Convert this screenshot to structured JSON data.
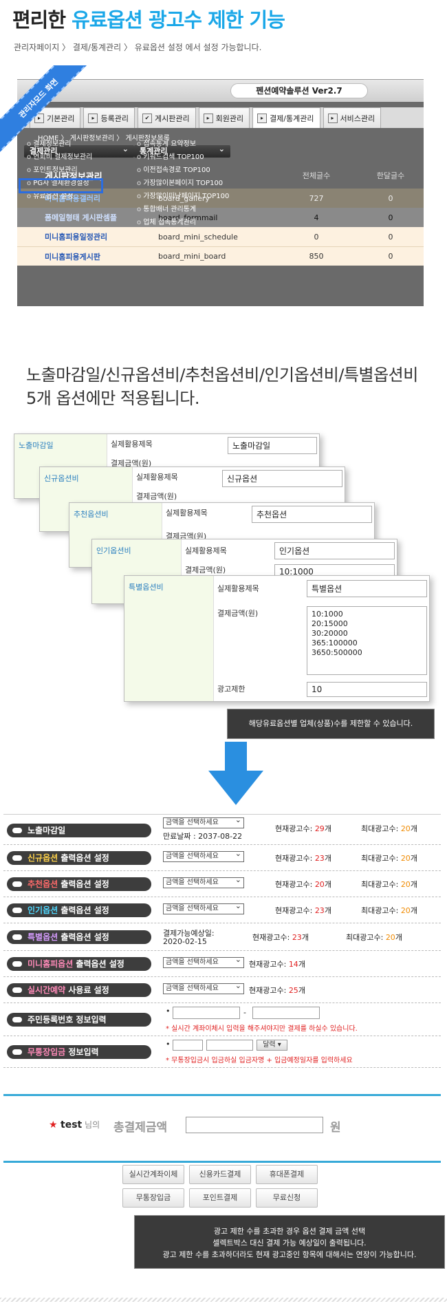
{
  "header": {
    "title_prefix": "편리한 ",
    "title_highlight": "유료옵션 광고수 제한 기능",
    "subtitle": "관리자페이지 〉 결제/통계관리 〉 유료옵션 설정 에서 설정 가능합니다."
  },
  "admin": {
    "ribbon": "관리자모드 화면",
    "logo": "펜션예약솔루션 Ver2.7",
    "tabs": [
      {
        "label": "기본관리"
      },
      {
        "label": "등록관리"
      },
      {
        "label": "게시판관리"
      },
      {
        "label": "회원관리"
      },
      {
        "label": "결제/통계관리"
      },
      {
        "label": "서비스관리"
      }
    ],
    "breadcrumb": "HOME 〉 게시판정보관리 〉 게시판정보목록",
    "dd1": "결제관리",
    "dd2": "통계관리",
    "menu1": [
      "결제정보관리",
      "연회비 결제정보관리",
      "포인트정보관리",
      "PG사 결제환경설정",
      "유료옵션 설정"
    ],
    "menu2": [
      "접속통계 요약정보",
      "키워드검색 TOP100",
      "이전접속경로 TOP100",
      "가장많이본페이지 TOP100",
      "가장많이떠난페이지 TOP100",
      "통합배너 관리통계",
      "업체 접속통계관리"
    ],
    "page_title": "게시판정보관리",
    "col_headers": [
      "전체글수",
      "한달글수"
    ],
    "rows": [
      {
        "name": "미니홈피용갤러리",
        "table": "board_gallery",
        "total": "727",
        "month": "0"
      },
      {
        "name": "폼메일형태 게시판셈플",
        "table": "board_formmail",
        "total": "4",
        "month": "0"
      },
      {
        "name": "미니홈피용일정관리",
        "table": "board_mini_schedule",
        "total": "0",
        "month": "0"
      },
      {
        "name": "미니홈피용게시판",
        "table": "board_mini_board",
        "total": "850",
        "month": "0"
      }
    ]
  },
  "section2": {
    "line1": "노출마감일/신규옵션비/추천옵션비/인기옵션비/특별옵션비",
    "line2": "5개 옵션에만 적용됩니다."
  },
  "panels": [
    {
      "name": "노출마감일",
      "label": "실제활용제목",
      "value": "노출마감일"
    },
    {
      "name": "신규옵션비",
      "label": "실제활용제목",
      "value": "신규옵션"
    },
    {
      "name": "추천옵션비",
      "label": "실제활용제목",
      "value": "추천옵션"
    },
    {
      "name": "인기옵션비",
      "label": "실제활용제목",
      "value": "인기옵션",
      "price_label": "결제금액(원)",
      "price_value": "10:1000"
    },
    {
      "name": "특별옵션비",
      "label": "실제활용제목",
      "value": "특별옵션",
      "price_label": "결제금액(원)",
      "price_text": "10:1000\n20:15000\n30:20000\n365:100000\n3650:500000",
      "limit_label": "광고제한",
      "limit_value": "10"
    }
  ],
  "panel_partial_label": "결제금액(원)",
  "panel_note": "해당유료옵션별 업체(상품)수를 제한할 수 있습니다.",
  "options": {
    "select_placeholder": "금액을 선택하세요",
    "cur_label": "현재광고수: ",
    "max_label": "최대광고수: ",
    "unit": "개",
    "rows": [
      {
        "title_a": "",
        "title_b": "노출마감일",
        "expire": "만료날짜 : 2037-08-22",
        "cur": "29",
        "max": "20"
      },
      {
        "title_a": "신규옵션",
        "title_b": " 출력옵션 설정",
        "cur": "23",
        "max": "20"
      },
      {
        "title_a": "추천옵션",
        "title_b": " 출력옵션 설정",
        "cur": "20",
        "max": "20"
      },
      {
        "title_a": "인기옵션",
        "title_b": " 출력옵션 설정",
        "cur": "23",
        "max": "20"
      },
      {
        "title_a": "특별옵션",
        "title_b": " 출력옵션 설정",
        "avail_label": "결제가능예상일:",
        "avail_date": "2020-02-15",
        "cur": "23",
        "max": "20"
      },
      {
        "title_a": "미니홈피옵션",
        "title_b": " 출력옵션 설정",
        "cur": "14"
      },
      {
        "title_a": "실시간예약",
        "title_b": " 사용료 설정",
        "cur": "25"
      },
      {
        "title_a": "주민등록번호",
        "title_b": " 정보입력",
        "note": "* 실시간 계좌이체시 입력을 해주셔야지만 결제를 하실수 있습니다."
      },
      {
        "title_a": "무통장입금",
        "title_b": " 정보입력",
        "cal_btn": "달력 ▾",
        "note": "* 무통장입금시 입금하실 입금자명 + 입금예정일자를 입력하세요"
      }
    ]
  },
  "total": {
    "user": "test",
    "user_suffix": " 님의",
    "label": "총결제금액",
    "unit": "원"
  },
  "pay_buttons": [
    "실시간계좌이체",
    "신용카드결제",
    "휴대폰결제",
    "무통장입금",
    "포인트결제",
    "무료신청"
  ],
  "bottom_note": {
    "line1": "광고 제한 수를 초과한 경우 옵션 결제 금액 선택",
    "line2": "셀렉트박스 대신 결제 가능 예상일이 출력됩니다.",
    "line3": "광고 제한 수를 초과하더라도 현재 광고중인 항목에 대해서는 연장이 가능합니다."
  },
  "colors": {
    "accent": "#1aa7e8",
    "arrow": "#2a8fe0",
    "dark": "#3d3d3d",
    "panel_bg": "#f4fae9"
  }
}
